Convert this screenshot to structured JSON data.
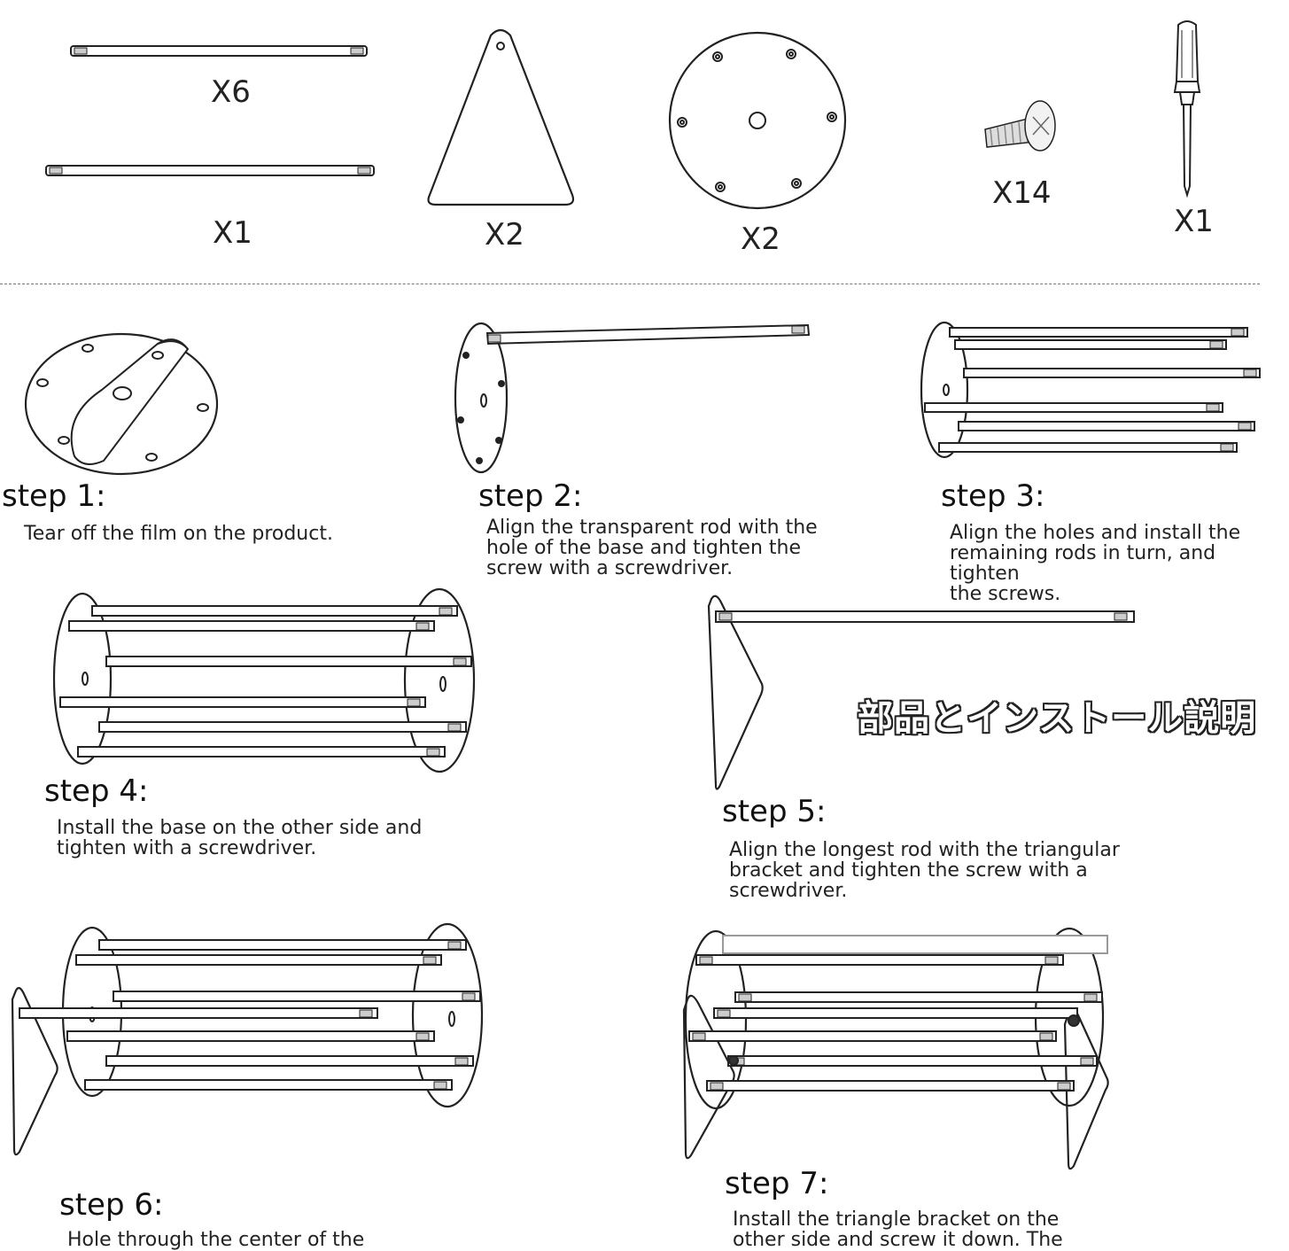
{
  "parts": [
    {
      "name": "short-rod",
      "quantity": "X6"
    },
    {
      "name": "long-rod",
      "quantity": "X1"
    },
    {
      "name": "triangle-bracket",
      "quantity": "X2"
    },
    {
      "name": "round-base",
      "quantity": "X2"
    },
    {
      "name": "screw",
      "quantity": "X14"
    },
    {
      "name": "screwdriver",
      "quantity": "X1"
    }
  ],
  "title_jp": "部品とインストール説明",
  "steps": [
    {
      "title": "step 1:",
      "desc": "Tear off the film on the product."
    },
    {
      "title": "step 2:",
      "desc": "Align the transparent rod with the\nhole of the base and tighten the\nscrew with a screwdriver."
    },
    {
      "title": "step 3:",
      "desc": "Align the holes and install the\nremaining rods in turn, and tighten\nthe screws."
    },
    {
      "title": "step 4:",
      "desc": "Install the base on the other side and\ntighten with a screwdriver."
    },
    {
      "title": "step 5:",
      "desc": "Align the longest rod with the triangular\nbracket and tighten the screw with a\nscrewdriver."
    },
    {
      "title": "step 6:",
      "desc": "Hole through the center of the"
    },
    {
      "title": "step 7:",
      "desc": "Install the triangle bracket on the\nother side and screw it down. The"
    }
  ]
}
